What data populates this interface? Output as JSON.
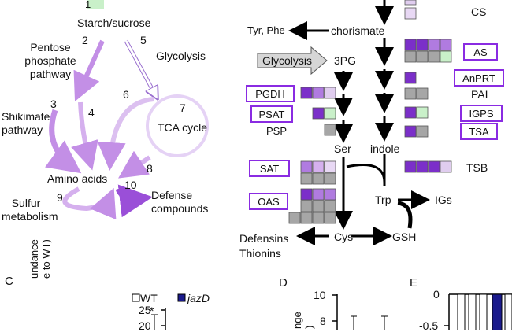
{
  "left_cycle": {
    "numbers": [
      "1",
      "2",
      "3",
      "4",
      "5",
      "6",
      "7",
      "8",
      "9",
      "10"
    ],
    "starch": "Starch/sucrose",
    "pentose": [
      "Pentose",
      "phosphate",
      "pathway"
    ],
    "shikimate": [
      "Shikimate",
      "pathway"
    ],
    "glycolysis": "Glycolysis",
    "tca": "TCA cycle",
    "amino": "Amino acids",
    "sulfur": [
      "Sulfur",
      "metabolism"
    ],
    "defense": [
      "Defense",
      "compounds"
    ]
  },
  "right_pathway": {
    "cs": "CS",
    "tyr_phe": "Tyr, Phe",
    "chorismate": "chorismate",
    "glycolysis": "Glycolysis",
    "pg3": "3PG",
    "ser": "Ser",
    "indole": "indole",
    "psp": "PSP",
    "pai": "PAI",
    "tsb": "TSB",
    "trp": "Trp",
    "igs": "IGs",
    "cys": "Cys",
    "gsh": "GSH",
    "defensins": [
      "Defensins",
      "Thionins"
    ],
    "boxed": {
      "pgdh": "PGDH",
      "psat": "PSAT",
      "sat": "SAT",
      "oas": "OAS",
      "as": "AS",
      "anprt": "AnPRT",
      "igps": "IGPS",
      "tsa": "TSA"
    }
  },
  "panel_c": {
    "letter": "C",
    "ylabel": [
      "undance",
      "e to WT)"
    ],
    "ticks": [
      "25",
      "20"
    ],
    "legend_wt": "WT",
    "legend_jazd": "jazD",
    "star": "*"
  },
  "panel_d": {
    "letter": "D",
    "ylabel": [
      "nge",
      ")"
    ],
    "ticks": [
      "10",
      "8"
    ]
  },
  "panel_e": {
    "letter": "E",
    "ticks": [
      "0",
      "-0.5"
    ]
  },
  "colors": {
    "purple": "#7b2fc9",
    "mid": "#b07be0",
    "light": "#d9c2ef",
    "gray": "#a6a6a6",
    "green": "#c9f0c9",
    "navy": "#1a1a8c"
  }
}
